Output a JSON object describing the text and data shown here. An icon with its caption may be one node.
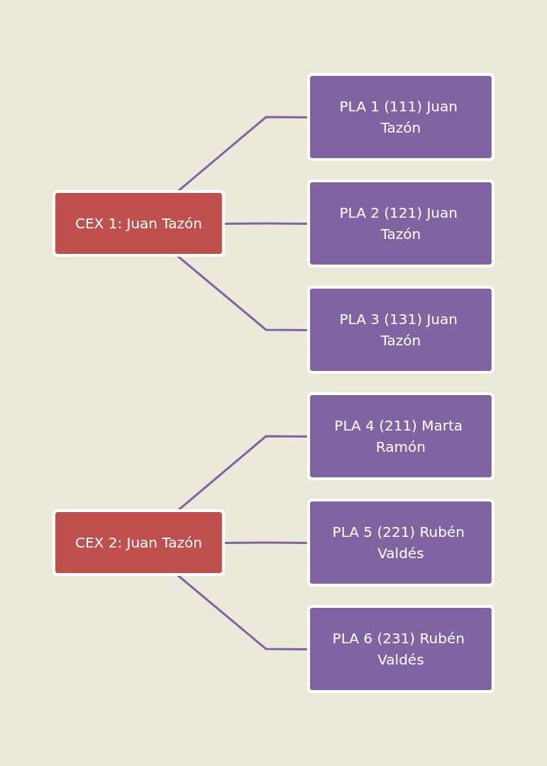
{
  "diagram": {
    "nodes": [
      {
        "text": [
          "CEX 1: Juan Tazón"
        ]
      },
      {
        "text": [
          "PLA 1 (111) Juan Tazón"
        ]
      },
      {
        "text": [
          "PLA 2 (121) Juan Tazón"
        ]
      },
      {
        "text": [
          "PLA 3 (131) Juan Tazón"
        ]
      },
      {
        "text": [
          "CEX 2: Juan Tazón"
        ]
      },
      {
        "text": [
          "PLA 4 (211) Marta Ramón"
        ]
      },
      {
        "text": [
          "PLA 5 (221) Rubén Valdés"
        ]
      },
      {
        "text": [
          "PLA 6 (231) Rubén Valdés"
        ]
      }
    ],
    "edges": [
      {
        "from": 0,
        "to": 1,
        "arrow": "none"
      },
      {
        "from": 0,
        "to": 2,
        "arrow": "none"
      },
      {
        "from": 0,
        "to": 3,
        "arrow": "none"
      },
      {
        "from": 4,
        "to": 5,
        "arrow": "none"
      },
      {
        "from": 4,
        "to": 6,
        "arrow": "none"
      },
      {
        "from": 4,
        "to": 7,
        "arrow": "none"
      }
    ]
  }
}
